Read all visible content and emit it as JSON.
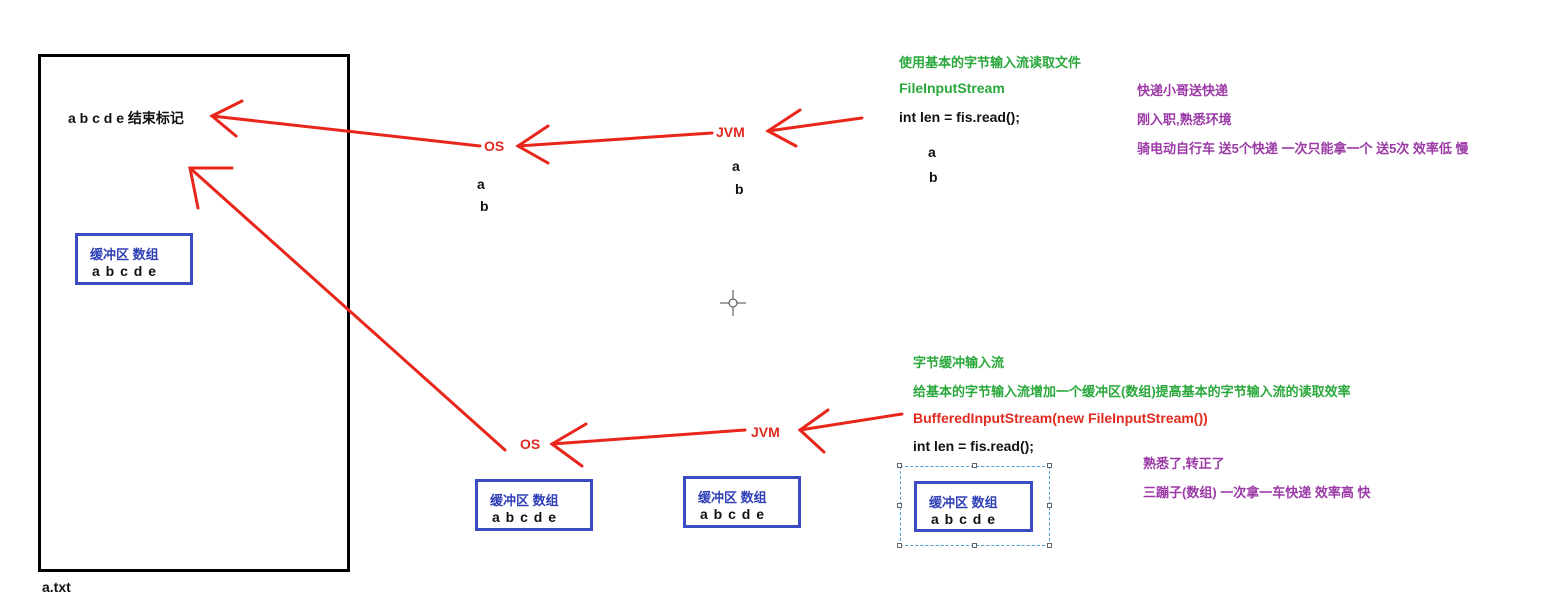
{
  "file": {
    "content": "a b c d e 结束标记",
    "name": "a.txt"
  },
  "left_buffer": {
    "title": "缓冲区 数组",
    "content": "a b c d e"
  },
  "top_flow": {
    "os_label": "OS",
    "os_chars": [
      "a",
      "b"
    ],
    "jvm_label": "JVM",
    "jvm_chars": [
      "a",
      "b"
    ]
  },
  "top_code": {
    "title": "使用基本的字节输入流读取文件",
    "class_name": "FileInputStream",
    "read_line": "int len = fis.read();",
    "chars": [
      "a",
      "b"
    ]
  },
  "top_notes": [
    "快递小哥送快递",
    "刚入职,熟悉环境",
    "骑电动自行车  送5个快递  一次只能拿一个  送5次  效率低  慢"
  ],
  "bottom_flow": {
    "os_label": "OS",
    "jvm_label": "JVM",
    "os_buffer": {
      "title": "缓冲区 数组",
      "content": "a b c d e"
    },
    "jvm_buffer": {
      "title": "缓冲区 数组",
      "content": "a b c d e"
    }
  },
  "bottom_code": {
    "title": "字节缓冲输入流",
    "description": "给基本的字节输入流增加一个缓冲区(数组)提高基本的字节输入流的读取效率",
    "class_name": "BufferedInputStream(new FileInputStream())",
    "read_line": "int len = fis.read();",
    "buffer": {
      "title": "缓冲区 数组",
      "content": "a b c d e"
    }
  },
  "bottom_notes": [
    "熟悉了,转正了",
    "三蹦子(数组) 一次拿一车快递  效率高  快"
  ],
  "colors": {
    "green": "#2aa83c",
    "purple": "#9b3aa6",
    "red": "#e12a20",
    "blue": "#2f3fb5"
  }
}
